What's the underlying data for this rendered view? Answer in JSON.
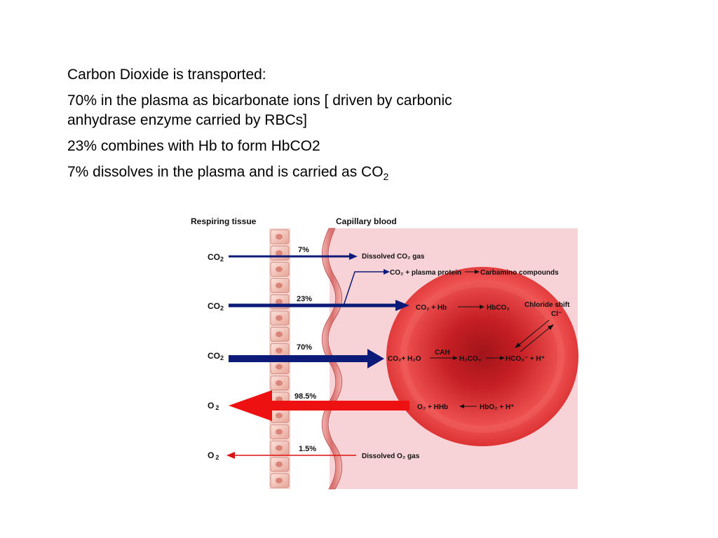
{
  "text": {
    "line1": "Carbon Dioxide is transported:",
    "line2a": "70% in the plasma as bicarbonate ions  [ driven by carbonic",
    "line2b": "anhydrase enzyme carried by RBCs]",
    "line3": "23% combines with Hb to form HbCO2",
    "line4_main": "7% dissolves in the plasma and is carried as CO",
    "line4_sub": "2"
  },
  "diagram": {
    "headers": {
      "left": "Respiring tissue",
      "right": "Capillary blood"
    },
    "gas_labels": {
      "co2_main": "CO",
      "co2_sub": "2",
      "o2_main": "O",
      "o2_sub": "2"
    },
    "percents": {
      "p7": "7%",
      "p23": "23%",
      "p70": "70%",
      "p985": "98.5%",
      "p15": "1.5%"
    },
    "reactions": {
      "dissolved_co2": "Dissolved CO₂ gas",
      "plasma_protein": "CO₂ + plasma protein",
      "carbamino": "Carbamino compounds",
      "co2_hb": "CO₂ + Hb",
      "hbco2": "HbCO₂",
      "chloride_shift": "Chloride shift",
      "cl": "Cl⁻",
      "cah": "CAH",
      "co2_h2o": "CO₂+ H₂O",
      "h2co3": "H₂CO₃",
      "hco3_h": "HCO₃⁻ + H⁺",
      "o2_hhb": "O₂ + HHb",
      "hbo2_h": "HbO₂ + H⁺",
      "dissolved_o2": "Dissolved O₂ gas"
    },
    "colors": {
      "co2_arrow": "#0c1a78",
      "o2_arrow": "#ee1111",
      "blood_bg": "#f7d2d6",
      "rbc": "#d42a2a"
    }
  }
}
